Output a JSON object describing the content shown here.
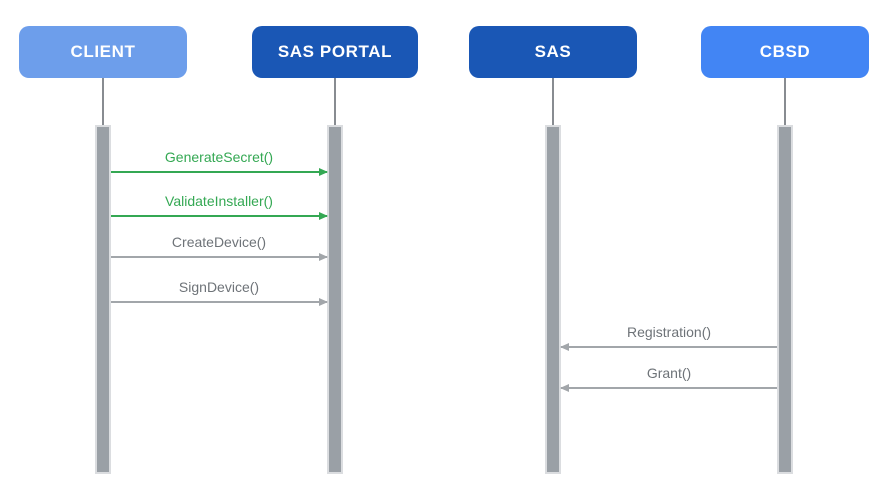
{
  "diagram": {
    "type": "sequence-diagram",
    "actors": [
      {
        "id": "client",
        "label": "CLIENT",
        "color": "#6D9EEB"
      },
      {
        "id": "sas-portal",
        "label": "SAS PORTAL",
        "color": "#1A57B5"
      },
      {
        "id": "sas",
        "label": "SAS",
        "color": "#1A57B5"
      },
      {
        "id": "cbsd",
        "label": "CBSD",
        "color": "#4285F4"
      }
    ],
    "messages": [
      {
        "label": "GenerateSecret()",
        "from": "CLIENT",
        "to": "SAS PORTAL",
        "direction": "right",
        "color": "#34A853"
      },
      {
        "label": "ValidateInstaller()",
        "from": "CLIENT",
        "to": "SAS PORTAL",
        "direction": "right",
        "color": "#34A853"
      },
      {
        "label": "CreateDevice()",
        "from": "CLIENT",
        "to": "SAS PORTAL",
        "direction": "right",
        "color": "#A2A6AA"
      },
      {
        "label": "SignDevice()",
        "from": "CLIENT",
        "to": "SAS PORTAL",
        "direction": "right",
        "color": "#A2A6AA"
      },
      {
        "label": "Registration()",
        "from": "CBSD",
        "to": "SAS",
        "direction": "left",
        "color": "#A2A6AA"
      },
      {
        "label": "Grant()",
        "from": "CBSD",
        "to": "SAS",
        "direction": "left",
        "color": "#A2A6AA"
      }
    ],
    "colors": {
      "background": "#FFFFFF",
      "actor_text": "#FFFFFF",
      "lifeline": "#888C91",
      "activation_fill": "#9AA0A6",
      "activation_border": "#DBDDE0",
      "message_green": "#34A853",
      "message_gray_text": "#6E7378",
      "message_gray_line": "#A2A6AA"
    }
  }
}
